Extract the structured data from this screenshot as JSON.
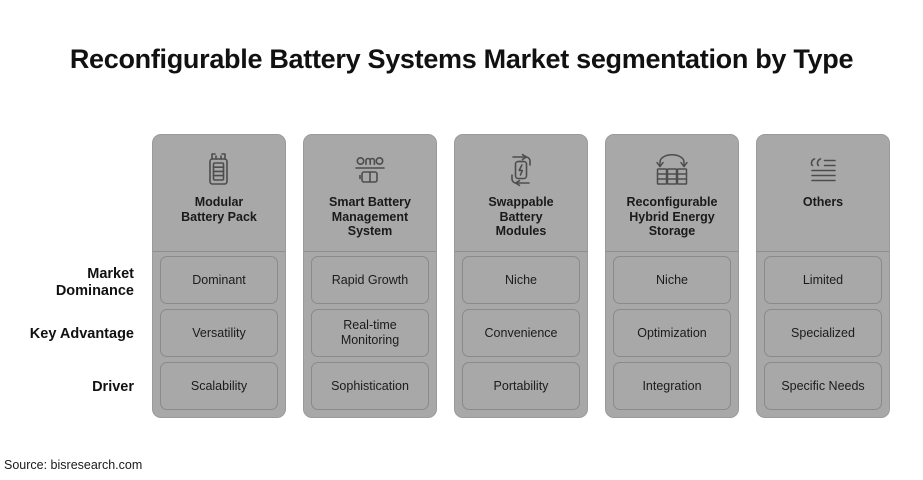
{
  "title": "Reconfigurable Battery Systems Market segmentation by Type",
  "source": "Source: bisresearch.com",
  "colors": {
    "background": "#ffffff",
    "card_fill": "#a8a8a8",
    "card_border": "#8a8a8a",
    "text": "#1a1a1a",
    "icon_stroke": "#4d4d4d"
  },
  "row_labels": [
    {
      "label": "Market\nDominance"
    },
    {
      "label": "Key Advantage"
    },
    {
      "label": "Driver"
    }
  ],
  "rows": [
    "Market Dominance",
    "Key Advantage",
    "Driver"
  ],
  "columns": [
    {
      "title": "Modular\nBattery Pack",
      "icon": "modular-battery-pack-icon",
      "cells": [
        "Dominant",
        "Versatility",
        "Scalability"
      ]
    },
    {
      "title": "Smart Battery\nManagement\nSystem",
      "icon": "battery-management-circuit-icon",
      "cells": [
        "Rapid Growth",
        "Real-time\nMonitoring",
        "Sophistication"
      ]
    },
    {
      "title": "Swappable\nBattery\nModules",
      "icon": "swappable-battery-icon",
      "cells": [
        "Niche",
        "Convenience",
        "Portability"
      ]
    },
    {
      "title": "Reconfigurable\nHybrid Energy\nStorage",
      "icon": "reconfigurable-cells-icon",
      "cells": [
        "Niche",
        "Optimization",
        "Integration"
      ]
    },
    {
      "title": "Others",
      "icon": "quote-lines-icon",
      "cells": [
        "Limited",
        "Specialized",
        "Specific Needs"
      ]
    }
  ]
}
